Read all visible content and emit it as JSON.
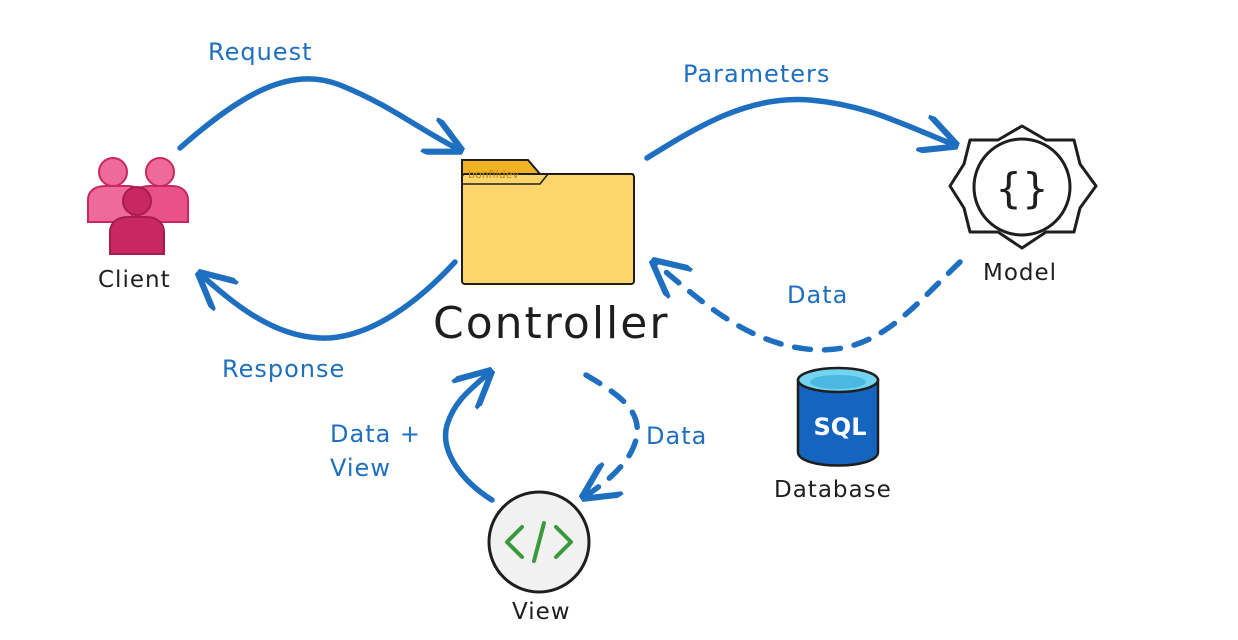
{
  "nodes": {
    "client": "Client",
    "controller": "Controller",
    "folder_tab": "bonfildev",
    "model": "Model",
    "model_glyph": "{}",
    "database": "Database",
    "database_glyph": "SQL",
    "view": "View"
  },
  "edges": {
    "request": "Request",
    "response": "Response",
    "parameters": "Parameters",
    "model_data": "Data",
    "view_data": "Data",
    "data_view_line1": "Data +",
    "data_view_line2": "View"
  },
  "colors": {
    "arrow": "#1f6fc1",
    "folder": "#fcd56b",
    "folder_tab": "#f0b323",
    "client_light": "#ee6a98",
    "client_dark": "#c8285f",
    "database": "#1565c0",
    "database_top": "#72d4f0",
    "view_bracket": "#3a9a3a"
  },
  "icons": {
    "client": "users-icon",
    "controller": "folder-icon",
    "model": "code-braces-icon",
    "database": "database-icon",
    "view": "code-tag-icon"
  }
}
